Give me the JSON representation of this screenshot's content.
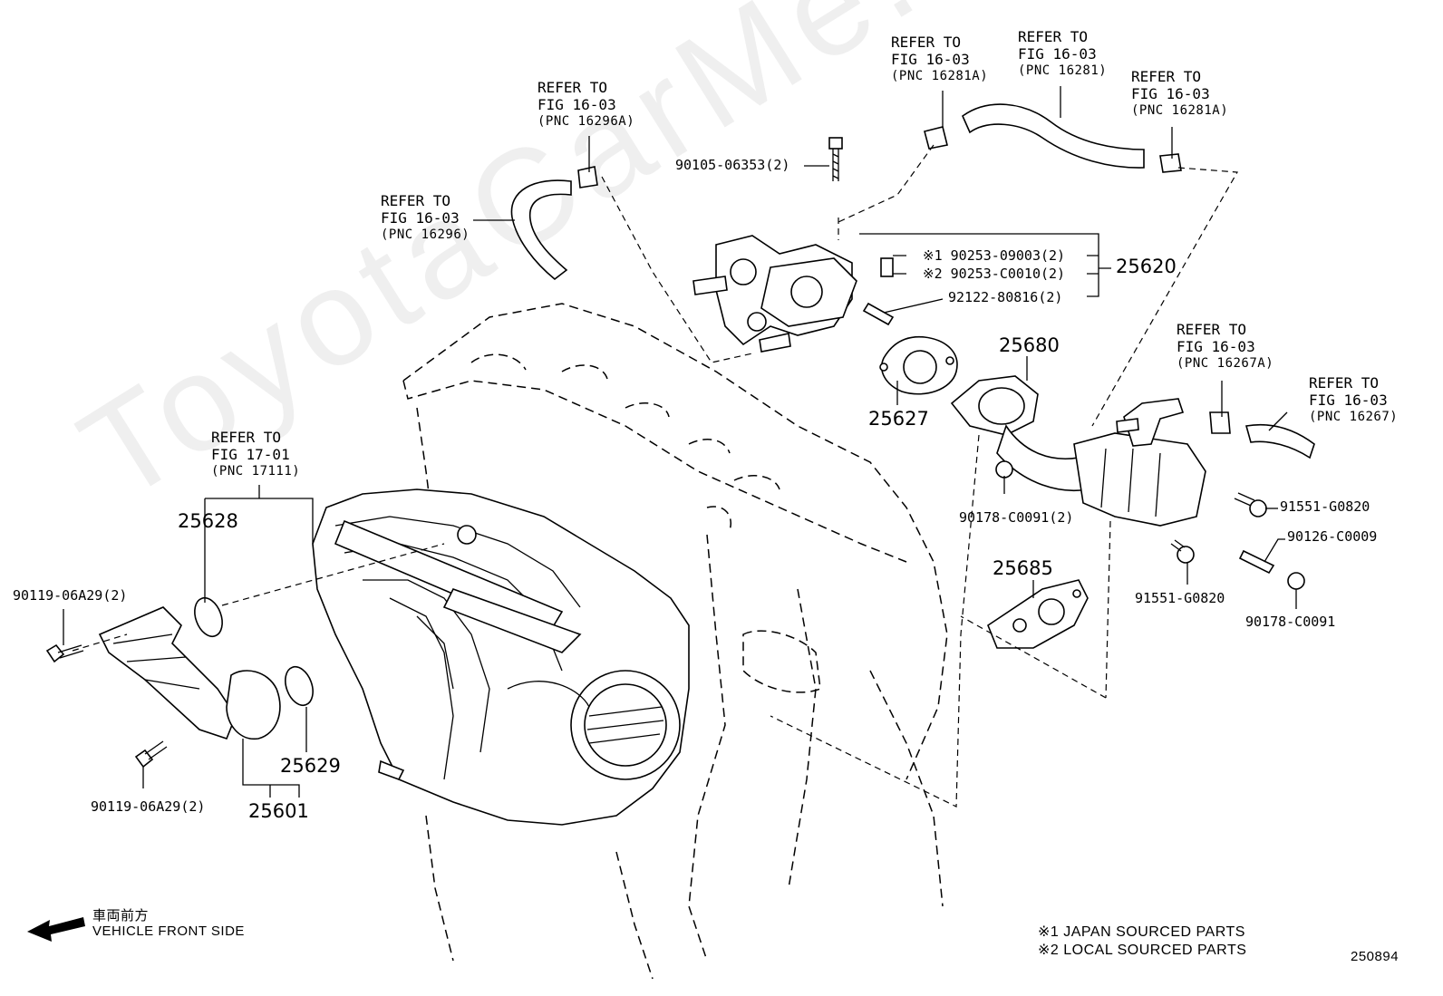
{
  "diagram_id": "250894",
  "watermark": "ToyotaCarMe.ru",
  "refer_labels": [
    {
      "key": "r1",
      "line1": "REFER TO",
      "line2": "FIG 16-03",
      "line3": "(PNC 16281A)"
    },
    {
      "key": "r2",
      "line1": "REFER TO",
      "line2": "FIG 16-03",
      "line3": "(PNC 16281)"
    },
    {
      "key": "r3",
      "line1": "REFER TO",
      "line2": "FIG 16-03",
      "line3": "(PNC 16281A)"
    },
    {
      "key": "r4",
      "line1": "REFER TO",
      "line2": "FIG 16-03",
      "line3": "(PNC 16296A)"
    },
    {
      "key": "r5",
      "line1": "REFER TO",
      "line2": "FIG 16-03",
      "line3": "(PNC 16296)"
    },
    {
      "key": "r6",
      "line1": "REFER TO",
      "line2": "FIG 16-03",
      "line3": "(PNC 16267A)"
    },
    {
      "key": "r7",
      "line1": "REFER TO",
      "line2": "FIG 16-03",
      "line3": "(PNC 16267)"
    },
    {
      "key": "r8",
      "line1": "REFER TO",
      "line2": "FIG 17-01",
      "line3": "(PNC 17111)"
    }
  ],
  "part_numbers": {
    "p90105": "90105-06353(2)",
    "p90253a": "※1 90253-09003(2)",
    "p90253b": "※2 90253-C0010(2)",
    "p92122": "92122-80816(2)",
    "p90178a": "90178-C0091(2)",
    "p91551a": "91551-G0820",
    "p90126": "90126-C0009",
    "p91551b": "91551-G0820",
    "p90178b": "90178-C0091",
    "p90119a": "90119-06A29(2)",
    "p90119b": "90119-06A29(2)"
  },
  "pnc": {
    "n25620": "25620",
    "n25680": "25680",
    "n25627": "25627",
    "n25685": "25685",
    "n25628": "25628",
    "n25629": "25629",
    "n25601": "25601"
  },
  "direction": {
    "jp": "車両前方",
    "en": "VEHICLE FRONT SIDE"
  },
  "notes": {
    "n1": "※1  JAPAN SOURCED PARTS",
    "n2": "※2  LOCAL SOURCED PARTS"
  }
}
